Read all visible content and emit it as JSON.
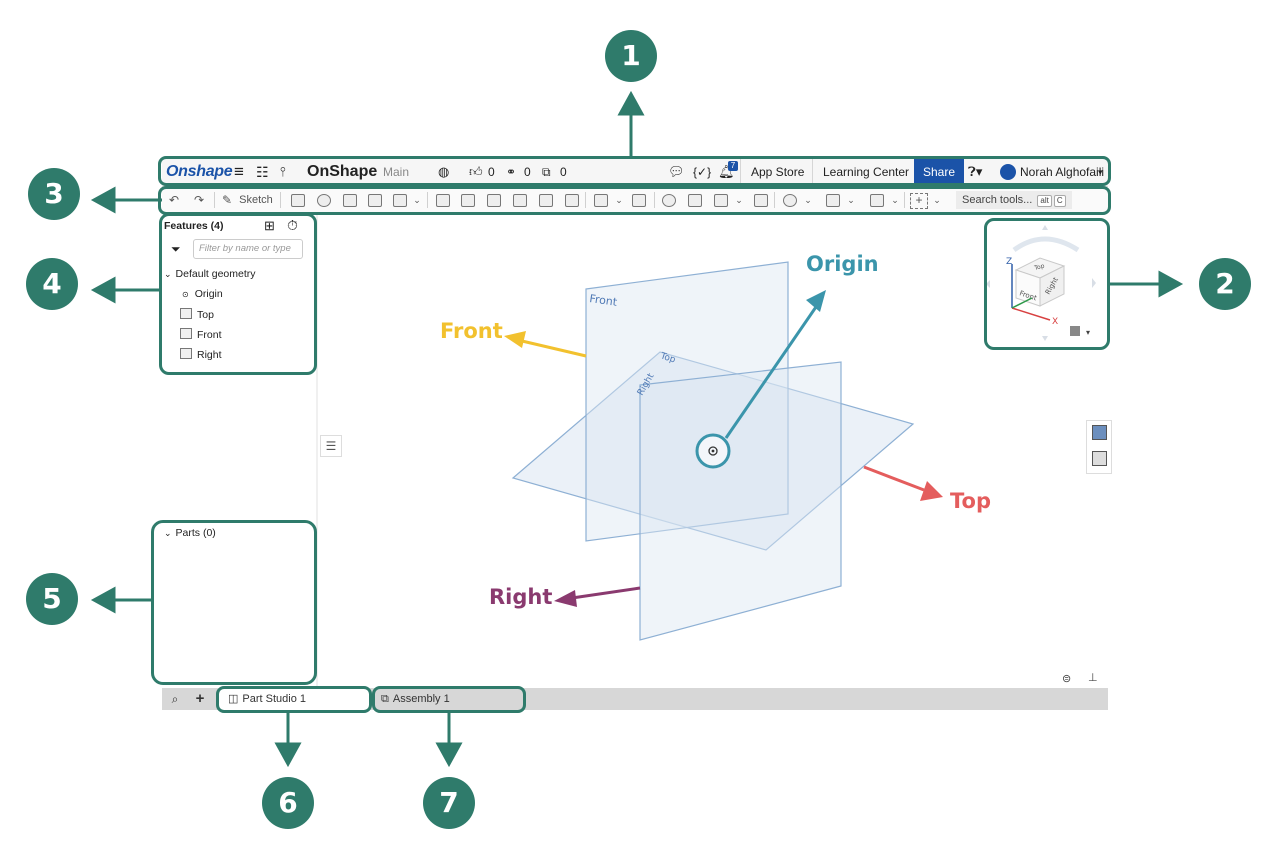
{
  "callouts": [
    "1",
    "2",
    "3",
    "4",
    "5",
    "6",
    "7"
  ],
  "topbar": {
    "logo": "Onshape",
    "menu_icon": "hamburger-icon",
    "document_name": "OnShape",
    "branch": "Main",
    "likes_count": "0",
    "links_count": "0",
    "copies_count": "0",
    "notifications_count": "7",
    "app_store_label": "App Store",
    "learning_center_label": "Learning Center",
    "share_label": "Share",
    "user_name": "Norah Alghofaili"
  },
  "toolbar": {
    "sketch_label": "Sketch",
    "search_label": "Search tools...",
    "search_shortcut_1": "alt",
    "search_shortcut_2": "C"
  },
  "features": {
    "header": "Features (4)",
    "filter_placeholder": "Filter by name or type",
    "group_label": "Default geometry",
    "items": [
      "Origin",
      "Top",
      "Front",
      "Right"
    ]
  },
  "parts": {
    "header": "Parts (0)"
  },
  "viewcube": {
    "axis_z": "Z",
    "axis_x": "X",
    "face_top": "Top",
    "face_front": "Front",
    "face_right": "Right"
  },
  "viewport": {
    "plane_front": "Front",
    "plane_top": "Top",
    "plane_right": "Right",
    "label_origin": "Origin",
    "label_front": "Front",
    "label_top": "Top",
    "label_right": "Right"
  },
  "tabs": {
    "part_studio": "Part Studio 1",
    "assembly": "Assembly 1"
  },
  "colors": {
    "callout": "#2f7b6b",
    "brand_blue": "#1b53a8",
    "origin_arrow": "#3b95ab",
    "front_arrow": "#f2c12e",
    "top_arrow": "#e45d5d",
    "right_arrow": "#8a3a6f",
    "plane_fill": "#dbe6f2"
  }
}
